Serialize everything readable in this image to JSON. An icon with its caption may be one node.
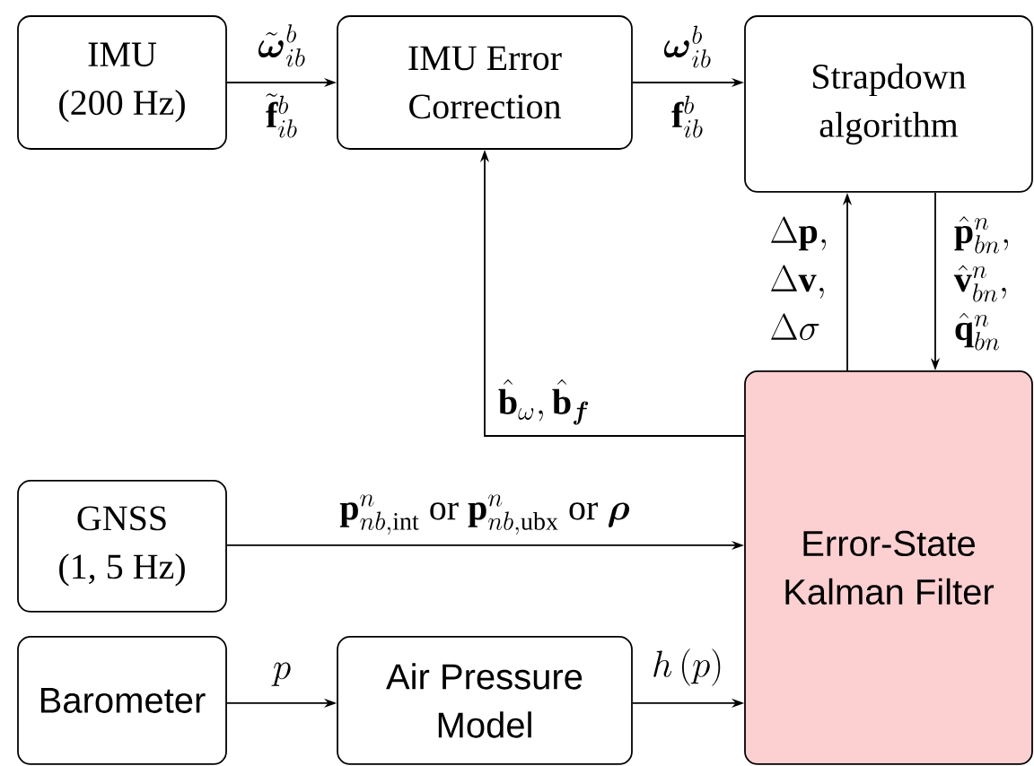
{
  "diagram": {
    "nodes": [
      {
        "text": [
          "IMU (200 Hz)"
        ]
      },
      {
        "text": [
          "IMU Error Correction"
        ]
      },
      {
        "text": [
          "Strapdown algorithm"
        ]
      },
      {
        "text": [
          "Error-State Kalman Filter"
        ]
      },
      {
        "text": [
          "GNSS (1, 5 Hz)"
        ]
      },
      {
        "text": [
          "Barometer"
        ]
      },
      {
        "text": [
          "Air Pressure Model"
        ]
      }
    ],
    "edges": [
      {
        "from": 0,
        "to": 1,
        "arrow": "to",
        "label": "\\begin{array}{c}\\tilde{\\boldsymbol{\\omega}}^b_{ib}\\\\[12pt]\\tilde{\\mathbf{f}}^b_{ib}\\end{array}"
      },
      {
        "from": 1,
        "to": 2,
        "arrow": "to",
        "label": "\\begin{array}{c}\\boldsymbol{\\omega}^b_{ib}\\\\[12pt]\\mathbf{f}^b_{ib}\\end{array}"
      },
      {
        "from": 2,
        "to": 3,
        "arrow": "to",
        "label": "\\begin{array}{l}\\hat{\\mathbf{p}}^n_{bn},\\\\\\hat{\\mathbf{v}}^n_{bn},\\\\\\hat{\\mathbf{q}}^n_{bn}\\end{array}"
      },
      {
        "from": 3,
        "to": 2,
        "arrow": "to",
        "label": "\\begin{array}{l}\\Delta\\mathbf{p},\\\\\\Delta\\mathbf{v},\\\\\\Delta\\sigma\\end{array}"
      },
      {
        "from": 3,
        "to": 1,
        "arrow": "to",
        "label": "\\hat{\\mathbf{b}}_\\omega,\\hat{\\mathbf{b}}_{\\boldsymbol{f}}"
      },
      {
        "from": 4,
        "to": 3,
        "arrow": "to",
        "label": "\\mathbf{p}^n_{nb,\\text{int}}\\text{ or }\\mathbf{p}^n_{nb,\\text{ubx}}\\text{ or }\\boldsymbol{\\rho}"
      },
      {
        "from": 5,
        "to": 6,
        "arrow": "to",
        "label": "p"
      },
      {
        "from": 6,
        "to": 3,
        "arrow": "to",
        "label": "h\\left(p\\right)"
      }
    ]
  }
}
